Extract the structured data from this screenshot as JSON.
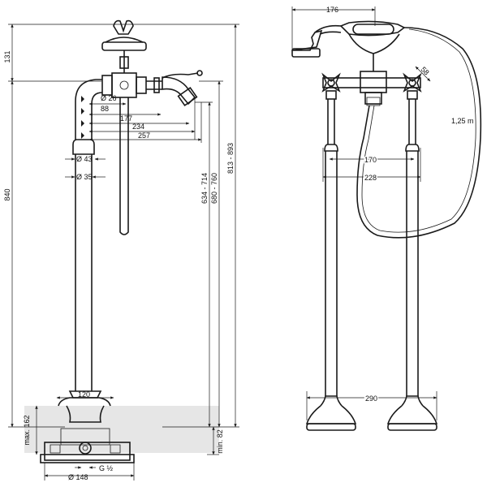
{
  "drawing": {
    "left_view": {
      "dimensions": {
        "height_131": "131",
        "height_840": "840",
        "range_813_893": "813 - 893",
        "range_680_760": "680 - 760",
        "range_634_714": "634 - 714",
        "dia_26": "Ø 26",
        "len_88": "88",
        "len_177": "177",
        "len_234": "234",
        "len_257": "257",
        "dia_43": "Ø 43",
        "dia_35": "Ø 35",
        "width_120": "120",
        "max_162": "max. 162",
        "min_82": "min. 82",
        "dia_148": "Ø 148",
        "thread_g12": "G ½"
      }
    },
    "right_view": {
      "dimensions": {
        "width_176": "176",
        "size_58": "58",
        "hose_length": "1,25 m",
        "spacing_170": "170",
        "spacing_228": "228",
        "spacing_290": "290"
      }
    }
  }
}
